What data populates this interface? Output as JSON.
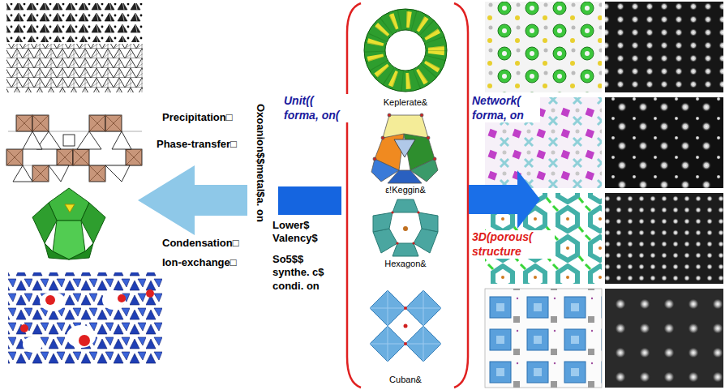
{
  "diagram": {
    "labels": [
      "Precipitation□",
      "Phase-transfer□",
      "Condensation□",
      "Ion-exchange□",
      "Oxoanion$$metal$a. on",
      "Lower$ Valency$",
      "So5$$ synthe. c$ condi. on",
      "Unit(( forma, on(",
      "Network( forma, on",
      "3D(porous( structure",
      "Keplerate&",
      "ε!Keggin&",
      "Hexagon&",
      "Cuban&"
    ]
  }
}
